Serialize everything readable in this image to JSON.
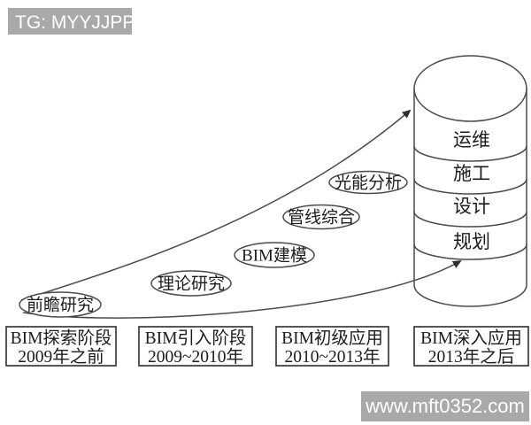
{
  "watermarks": {
    "top_left": "TG: MYYJJPP",
    "bottom_right": "www.mft0352.com",
    "bg_color": "#a9a9a9",
    "text_color": "#ffffff"
  },
  "diagram": {
    "milestones": [
      "前瞻研究",
      "理论研究",
      "BIM建模",
      "管线综合",
      "光能分析"
    ],
    "cylinder_layers": [
      "运维",
      "施工",
      "设计",
      "规划"
    ],
    "stages": [
      {
        "title": "BIM探索阶段",
        "period": "2009年之前"
      },
      {
        "title": "BIM引入阶段",
        "period": "2009~2010年"
      },
      {
        "title": "BIM初级应用",
        "period": "2010~2013年"
      },
      {
        "title": "BIM深入应用",
        "period": "2013年之后"
      }
    ],
    "line_color": "#4a4a4a",
    "text_color": "#1c1c1c"
  }
}
